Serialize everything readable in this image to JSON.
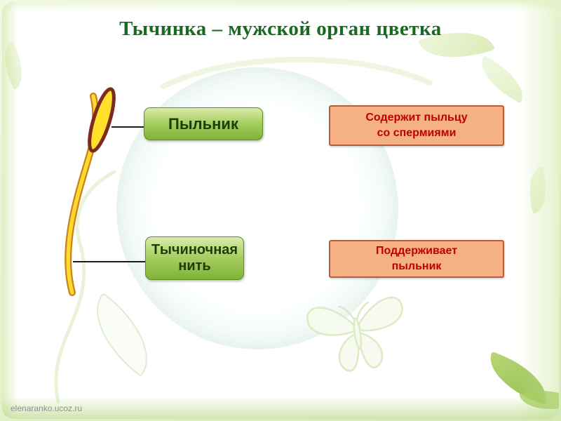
{
  "slide": {
    "title": "Тычинка – мужской орган цветка",
    "watermark": "elenaranko.ucoz.ru"
  },
  "labels": {
    "anther": "Пыльник",
    "filament": "Тычиночная\nнить"
  },
  "descriptions": {
    "anther": "Содержит пыльцу\nсо спермиями",
    "filament": "Поддерживает\nпыльник"
  },
  "icons": {
    "stamen": "stamen-drawing",
    "butterfly": "butterfly-watermark-icon"
  },
  "colors": {
    "title_text": "#176b21",
    "label_box_gradient_top": "#d9ecab",
    "label_box_gradient_bottom": "#7fb335",
    "label_text": "#1d3d05",
    "description_box_bg": "#f5b183",
    "description_box_border": "#b95c3d",
    "description_text": "#c00000",
    "anther_fill": "#ffe12b",
    "anther_outline": "#7d2a1f",
    "filament_fill": "#ffd92e",
    "filament_outline": "#c9821c"
  }
}
